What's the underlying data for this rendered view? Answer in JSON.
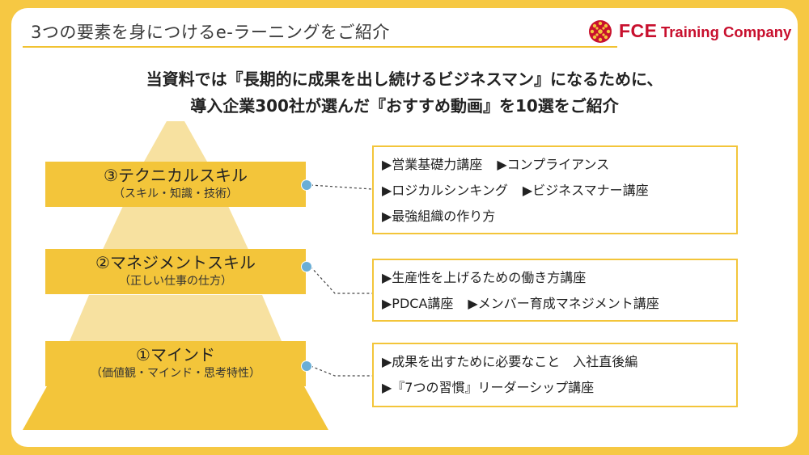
{
  "header": {
    "title": "3つの要素を身につけるe-ラーニングをご紹介",
    "logo": {
      "mark": "FCE",
      "text": "Training Company",
      "color": "#c8102e"
    }
  },
  "headline": {
    "line1": "当資料では『長期的に成果を出し続けるビジネスマン』になるために、",
    "line2": "導入企業300社が選んだ『おすすめ動画』を10選をご紹介"
  },
  "levels": [
    {
      "name": "③テクニカルスキル",
      "sub": "（スキル・知識・技術）",
      "courses": [
        [
          "▶営業基礎力講座",
          "▶コンプライアンス"
        ],
        [
          "▶ロジカルシンキング",
          "▶ビジネスマナー講座"
        ],
        [
          "▶最強組織の作り方"
        ]
      ]
    },
    {
      "name": "②マネジメントスキル",
      "sub": "（正しい仕事の仕方）",
      "courses": [
        [
          "▶生産性を上げるための働き方講座"
        ],
        [
          "▶PDCA講座",
          "▶メンバー育成マネジメント講座"
        ]
      ]
    },
    {
      "name": "①マインド",
      "sub": "（価値観・マインド・思考特性）",
      "courses": [
        [
          "▶成果を出すために必要なこと　入社直後編"
        ],
        [
          "▶『7つの習慣』リーダーシップ講座"
        ]
      ]
    }
  ],
  "colors": {
    "background": "#f6c843",
    "band": "#f3c53a",
    "tier_light": "#f7e1a0",
    "connector_dot": "#6aaed6",
    "logo_red": "#c8102e"
  }
}
